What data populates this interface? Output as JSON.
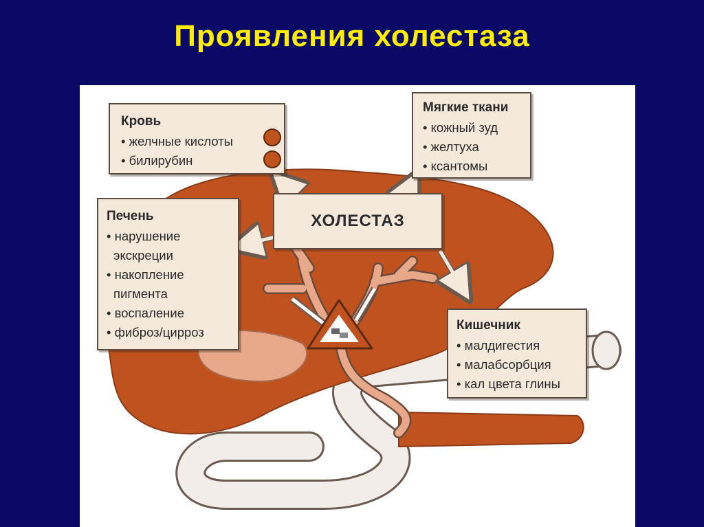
{
  "title": "Проявления холестаза",
  "center": "ХОЛЕСТАЗ",
  "blood": {
    "heading": "Кровь",
    "items": [
      "желчные кислоты",
      "билирубин"
    ]
  },
  "soft_tissue": {
    "heading": "Мягкие ткани",
    "items": [
      "кожный зуд",
      "желтуха",
      "ксантомы"
    ]
  },
  "liver": {
    "heading": "Печень",
    "lines": [
      "нарушение",
      "экскреции",
      "накопление",
      "пигмента",
      "воспаление",
      "фиброз/цирроз"
    ]
  },
  "intestine": {
    "heading": "Кишечник",
    "items": [
      "малдигестия",
      "малабсорбция",
      "кал цвета глины"
    ]
  },
  "colors": {
    "background": "#0a0a66",
    "title": "#ffee00",
    "liver": "#c0521f",
    "box": "#f5e9dc"
  }
}
